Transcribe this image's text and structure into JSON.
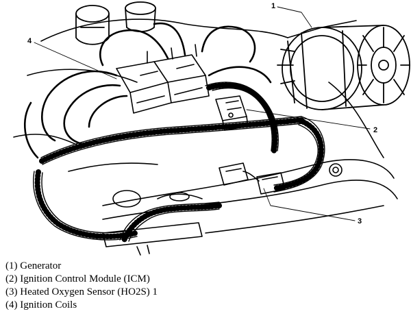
{
  "callouts": [
    {
      "number": "1",
      "label": "Generator"
    },
    {
      "number": "2",
      "label": "Ignition Control Module (ICM)"
    },
    {
      "number": "3",
      "label": "Heated Oxygen Sensor (HO2S) 1"
    },
    {
      "number": "4",
      "label": "Ignition Coils"
    }
  ],
  "legend": {
    "line1": "(1) Generator",
    "line2": "(2) Ignition Control Module (ICM)",
    "line3": "(3) Heated Oxygen Sensor (HO2S) 1",
    "line4": "(4) Ignition Coils"
  },
  "colors": {
    "ink": "#000000",
    "background": "#ffffff"
  }
}
